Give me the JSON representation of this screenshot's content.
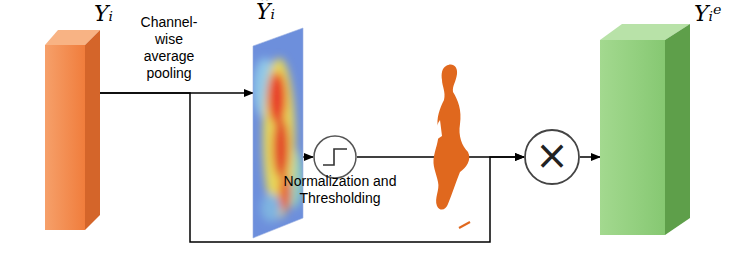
{
  "diagram": {
    "nodes": [
      {
        "text": [
          "Yᵢ"
        ]
      },
      {
        "text": [
          "Ỹᵢ"
        ]
      },
      {
        "text": [
          "Normalization and Thresholding"
        ]
      },
      {
        "text": [
          "×"
        ]
      },
      {
        "text": [
          "Yᵢᵉ"
        ]
      }
    ],
    "edges": [
      {
        "from": 0,
        "to": 1,
        "arrow": "to",
        "label": "Channel-wise average pooling"
      },
      {
        "from": 1,
        "to": 2,
        "arrow": "to"
      },
      {
        "from": 2,
        "to": 3,
        "arrow": "to"
      },
      {
        "from": 0,
        "to": 3,
        "arrow": "to"
      },
      {
        "from": 3,
        "to": 4,
        "arrow": "to"
      }
    ]
  }
}
